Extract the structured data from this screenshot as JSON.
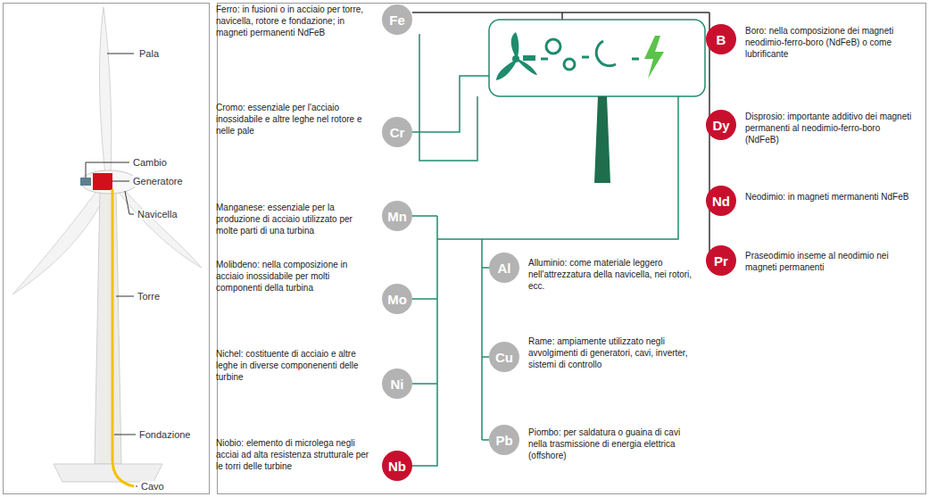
{
  "diagram": {
    "nodes": [
      {
        "text": [
          "Fe",
          "Ferro: in fusioni o in acciaio per torre, navicella, rotore e fondazione; in magneti permanenti NdFeB"
        ]
      },
      {
        "text": [
          "Cr",
          "Cromo: essenziale per l'acciaio inossidabile e altre leghe nel rotore e nelle pale"
        ]
      },
      {
        "text": [
          "Mn",
          "Manganese: essenziale per la produzione di acciaio utilizzato per molte parti di una turbina"
        ]
      },
      {
        "text": [
          "Mo",
          "Molibdeno: nella composizione in acciaio inossidabile per molti componenti della turbina"
        ]
      },
      {
        "text": [
          "Ni",
          "Nichel: costituente di acciaio e altre leghe in diverse componenenti delle turbine"
        ]
      },
      {
        "text": [
          "Nb",
          "Niobio: elemento di microlega negli acciai ad alta resistenza strutturale per le torri delle turbine"
        ]
      },
      {
        "text": [
          "Al",
          "Alluminio: come materiale leggero nell'attrezzatura della navicella, nei rotori, ecc."
        ]
      },
      {
        "text": [
          "Cu",
          "Rame: ampiamente utilizzato negli avvolgimenti di generatori, cavi, inverter, sistemi di controllo"
        ]
      },
      {
        "text": [
          "Pb",
          "Piombo: per saldatura o guaina di cavi nella trasmissione di energia elettrica (offshore)"
        ]
      },
      {
        "text": [
          "B",
          "Boro: nella composizione dei magneti neodimio-ferro-boro (NdFeB) o come lubrificante"
        ]
      },
      {
        "text": [
          "Dy",
          "Disprosio: importante additivo dei magneti permanenti al neodimio-ferro-boro (NdFeB)"
        ]
      },
      {
        "text": [
          "Nd",
          "Neodimio: in magneti mermanenti NdFeB"
        ]
      },
      {
        "text": [
          "Pr",
          "Praseodimio inseme al neodimio nei magneti permanenti"
        ]
      }
    ],
    "labels": [
      "Pala",
      "Cambio",
      "Generatore",
      "Navicella",
      "Torre",
      "Fondazione",
      "Cavo"
    ]
  }
}
